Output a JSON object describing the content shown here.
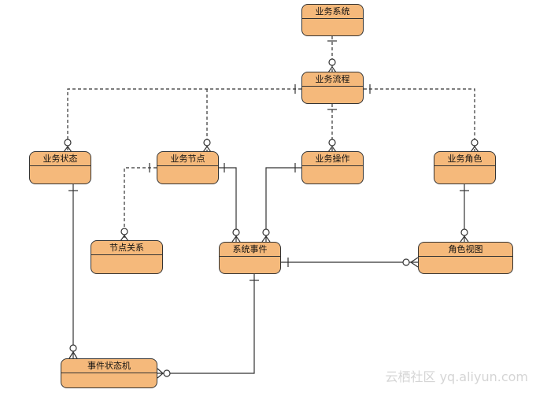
{
  "entities": {
    "business_system": "业务系统",
    "business_process": "业务流程",
    "business_status": "业务状态",
    "business_node": "业务节点",
    "business_operation": "业务操作",
    "business_role": "业务角色",
    "node_relation": "节点关系",
    "system_event": "系统事件",
    "role_view": "角色视图",
    "event_state_machine": "事件状态机"
  },
  "watermark": "云栖社区 yq.aliyun.com",
  "colors": {
    "entity_fill": "#f5b97b",
    "entity_border": "#333333",
    "line": "#333333"
  }
}
